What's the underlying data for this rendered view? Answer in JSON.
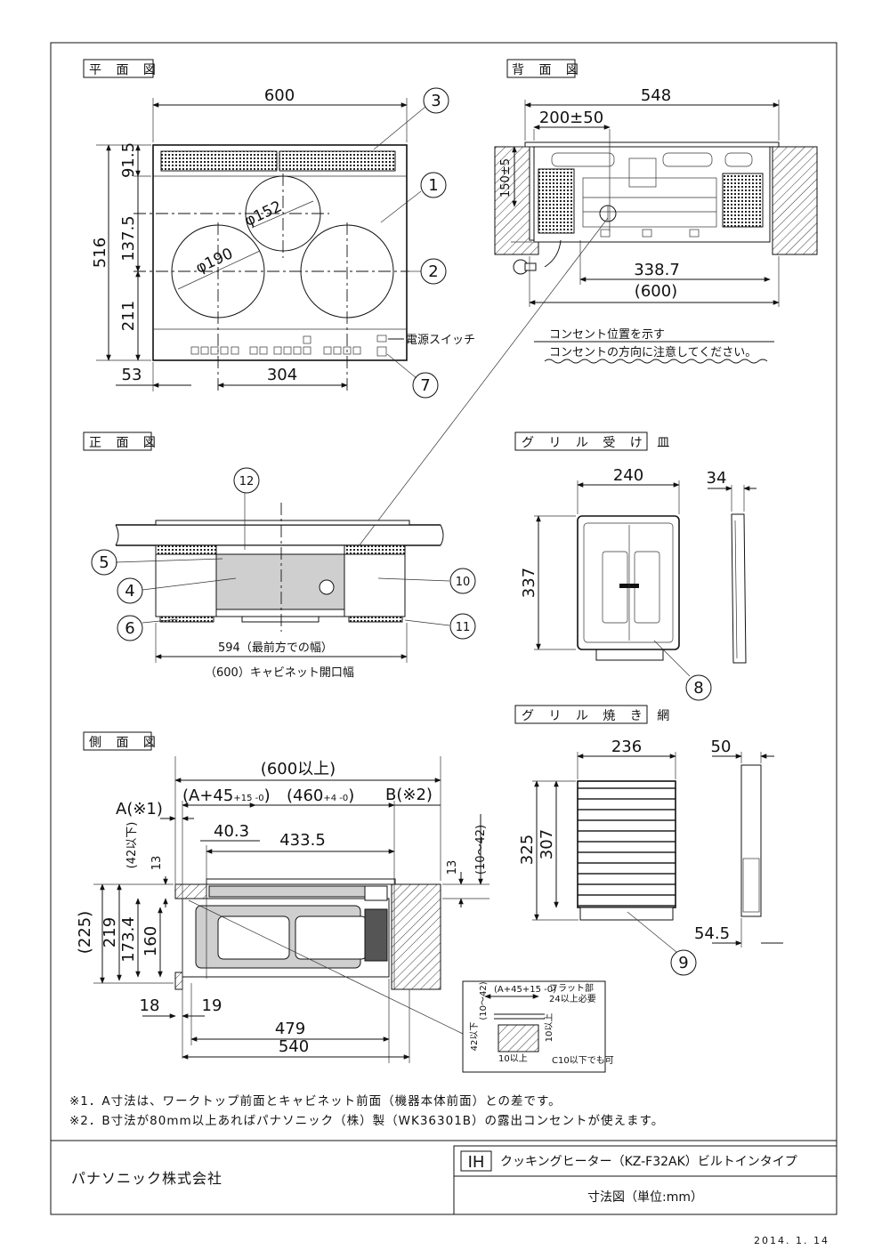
{
  "views": {
    "plan": "平 面 図",
    "back": "背 面 図",
    "front": "正 面 図",
    "side": "側 面 図",
    "grill_tray": "グ リ ル 受 け 皿",
    "grill_net": "グ リ ル 焼 き 網"
  },
  "plan_dims": {
    "width": "600",
    "height": "516",
    "d1": "91.5",
    "d2": "137.5",
    "d3": "211",
    "left": "53",
    "pitch": "304",
    "small_burner": "φ152",
    "large_burner": "φ190",
    "power_switch": "電源スイッチ"
  },
  "back_dims": {
    "width": "548",
    "outlet_pos": "200±50",
    "height": "150±5",
    "inner": "338.7",
    "cabinet": "(600)",
    "note1": "コンセント位置を示す",
    "note2": "コンセントの方向に注意してください。"
  },
  "front_dims": {
    "front_width": "594（最前方での幅）",
    "cabinet_opening": "（600）キャビネット開口幅"
  },
  "tray_dims": {
    "width": "240",
    "depth": "34",
    "length": "337"
  },
  "net_dims": {
    "width": "236",
    "depth": "50",
    "length_outer": "325",
    "length_inner": "307",
    "bottom": "54.5"
  },
  "side_dims": {
    "overall": "(600以上)",
    "a_dim": "(A+45",
    "a_tol": "+15 -0",
    "a_close": ")",
    "mid": "(460",
    "mid_tol": "+4 -0",
    "mid_close": ")",
    "a_note": "A(※1)",
    "b_note": "B(※2)",
    "d403": "40.3",
    "d4335": "433.5",
    "d42": "(42以下)",
    "d13a": "13",
    "d13b": "13",
    "d10_42": "(10～42)",
    "d225": "(225)",
    "d219": "219",
    "d1734": "173.4",
    "d160": "160",
    "d18": "18",
    "d19": "19",
    "d479": "479",
    "d540": "540"
  },
  "detail": {
    "a45": "(A+45",
    "a45_tol": "+15 -0",
    "a45_close": ")",
    "flat": "フラット部",
    "flat2": "24以上必要",
    "d10_42v": "(10～42)",
    "d10up": "10以上",
    "d42v": "42以下",
    "d10upb": "10以上",
    "c10": "C10以下でも可"
  },
  "callouts": [
    "1",
    "2",
    "3",
    "4",
    "5",
    "6",
    "7",
    "8",
    "9",
    "10",
    "11",
    "12"
  ],
  "footnotes": {
    "n1": "※1．A寸法は、ワークトップ前面とキャビネット前面（機器本体前面）との差です。",
    "n2": "※2．B寸法が80mm以上あればパナソニック（株）製（WK36301B）の露出コンセントが使えます。"
  },
  "company": "パナソニック株式会社",
  "title_block": {
    "badge": "IH",
    "product": "クッキングヒーター（KZ-F32AK）ビルトインタイプ",
    "subtitle": "寸法図（単位:mm）",
    "date": "2014. 1. 14"
  }
}
